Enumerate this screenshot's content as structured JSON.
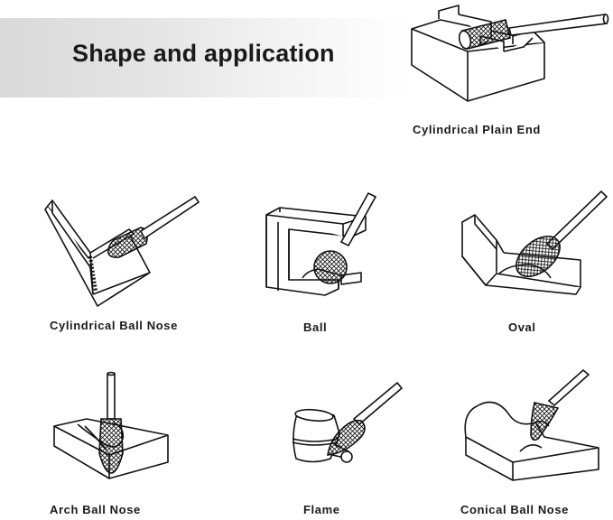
{
  "header": {
    "title": "Shape and application"
  },
  "items": [
    {
      "key": "cylindrical-plain-end",
      "label": "Cylindrical Plain End"
    },
    {
      "key": "cylindrical-ball-nose",
      "label": "Cylindrical Ball Nose"
    },
    {
      "key": "ball",
      "label": "Ball"
    },
    {
      "key": "oval",
      "label": "Oval"
    },
    {
      "key": "arch-ball-nose",
      "label": "Arch Ball Nose"
    },
    {
      "key": "flame",
      "label": "Flame"
    },
    {
      "key": "conical-ball-nose",
      "label": "Conical Ball Nose"
    }
  ],
  "colors": {
    "line": "#111111",
    "banner_start": "#d9d9d9",
    "banner_end": "#ffffff"
  }
}
